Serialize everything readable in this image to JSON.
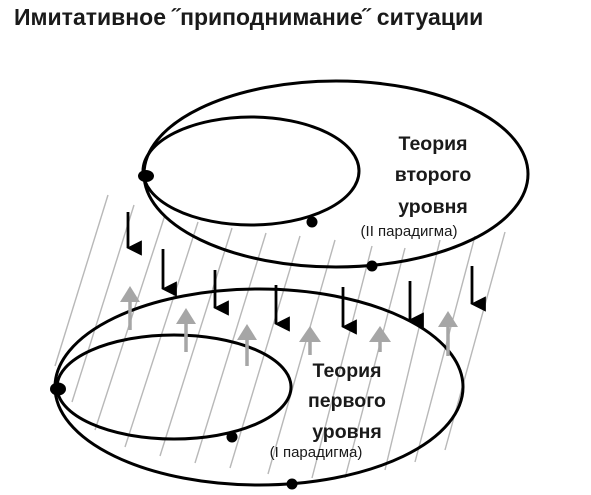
{
  "title": "Имитативное ˝приподнимание˝ ситуации",
  "upper": {
    "label_line1": "Теория",
    "label_line2": "второго",
    "label_line3": "уровня",
    "paradigm": "(II парадигма)"
  },
  "lower": {
    "label_line1": "Теория",
    "label_line2": "первого",
    "label_line3": "уровня",
    "paradigm": "(I парадигма)"
  },
  "colors": {
    "ink": "#000000",
    "hatch": "#b8b8b8",
    "up_arrow": "#a6a6a6"
  }
}
